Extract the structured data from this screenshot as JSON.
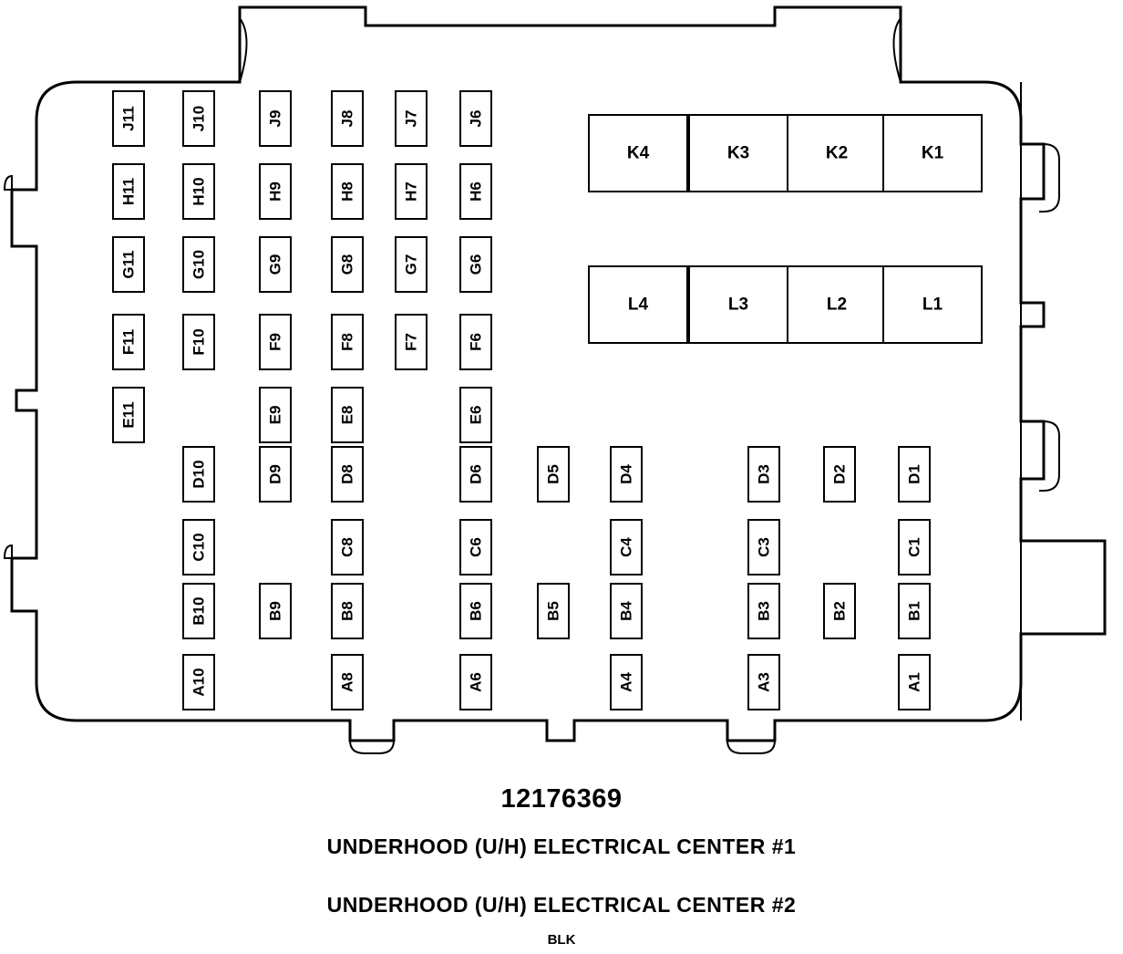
{
  "fuses": [
    "J11",
    "H11",
    "G11",
    "F11",
    "E11",
    "J10",
    "H10",
    "G10",
    "F10",
    "D10",
    "C10",
    "B10",
    "A10",
    "J9",
    "H9",
    "G9",
    "F9",
    "E9",
    "D9",
    "B9",
    "J8",
    "H8",
    "G8",
    "F8",
    "E8",
    "D8",
    "C8",
    "B8",
    "A8",
    "J7",
    "H7",
    "G7",
    "F7",
    "J6",
    "H6",
    "G6",
    "F6",
    "E6",
    "D6",
    "C6",
    "B6",
    "A6",
    "D5",
    "B5",
    "D4",
    "C4",
    "B4",
    "A4",
    "D3",
    "C3",
    "B3",
    "A3",
    "D2",
    "B2",
    "D1",
    "C1",
    "B1",
    "A1"
  ],
  "relays": [
    "K4",
    "K3",
    "K2",
    "K1",
    "L4",
    "L3",
    "L2",
    "L1"
  ],
  "part_number": "12176369",
  "caption_1": "UNDERHOOD (U/H) ELECTRICAL CENTER #1",
  "caption_2": "UNDERHOOD (U/H) ELECTRICAL CENTER #2",
  "color_label": "BLK"
}
